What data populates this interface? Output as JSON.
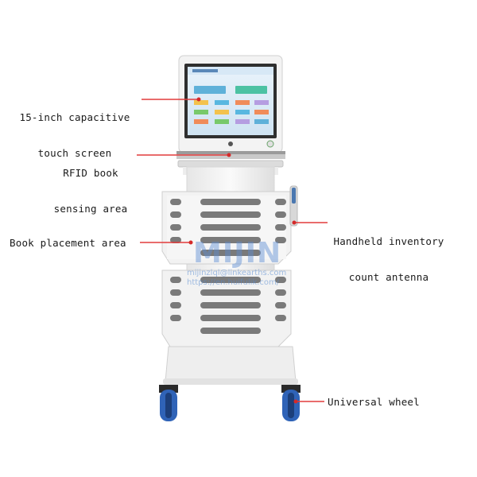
{
  "callouts": {
    "touch_screen_line1": "15-inch capacitive",
    "touch_screen_line2": "touch screen",
    "rfid_line1": "RFID book",
    "rfid_line2": "sensing area",
    "book_area": "Book placement area",
    "antenna_line1": "Handheld inventory",
    "antenna_line2": "count antenna",
    "wheel": "Universal wheel"
  },
  "watermark": {
    "brand": "MIJIN",
    "email": "mijinzlql@linkearths.com",
    "url": "https://en.huifulik.com/"
  },
  "colors": {
    "callout_line": "#e23b3b",
    "callout_dot": "#d42a2a",
    "frame": "#f1f1f1",
    "wheel": "#2f63b7"
  }
}
